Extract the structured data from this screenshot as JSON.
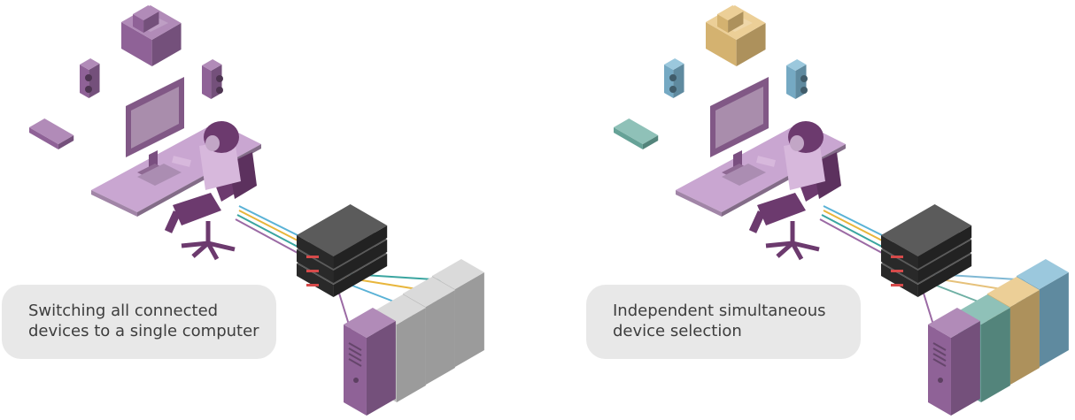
{
  "left_scene": {
    "caption_lines": [
      "Switching all connected",
      "devices to a single computer"
    ],
    "device_colors": {
      "printer": "#9b6aa4",
      "speakers": "#9b6aa4",
      "keyboard": "#9b6aa4"
    },
    "computer_colors": [
      "#9b6aa4",
      "#cfcfcf",
      "#cfcfcf",
      "#cfcfcf"
    ]
  },
  "right_scene": {
    "caption_lines": [
      "Independent simultaneous",
      "device selection"
    ],
    "device_colors": {
      "printer": "#e6c17a",
      "speakers": "#7fb8d4",
      "keyboard": "#6fb0a4"
    },
    "computer_colors": [
      "#9b6aa4",
      "#6fb0a4",
      "#e6c17a",
      "#7fb8d4"
    ]
  },
  "colors": {
    "desk": "#c9a6d1",
    "monitor": "#7a4f80",
    "person_body": "#d7b8dc",
    "person_hair": "#6c3a6e",
    "chair": "#6c3a6e",
    "switch": "#2d2d2d",
    "cable_purple": "#9b6aa4",
    "cable_yellow": "#e8b63c",
    "cable_teal": "#3aa5a0",
    "cable_blue": "#5ab2d6"
  },
  "icons": [
    "printer-icon",
    "speaker-icon",
    "keyboard-icon",
    "monitor-icon",
    "person-icon",
    "office-chair-icon",
    "kvm-switch-icon",
    "computer-tower-icon"
  ]
}
